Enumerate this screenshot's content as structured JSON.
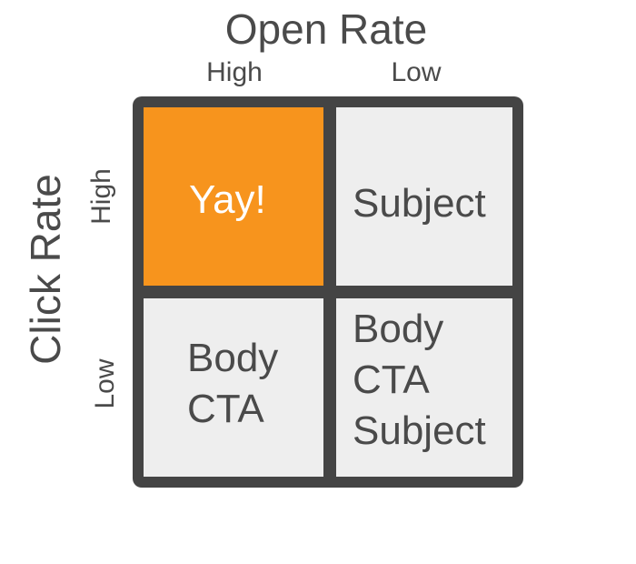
{
  "diagram": {
    "column_axis_title": "Open Rate",
    "row_axis_title": "Click Rate",
    "column_labels": [
      "High",
      "Low"
    ],
    "row_labels": [
      "High",
      "Low"
    ],
    "cells": [
      {
        "lines": [
          "Yay!"
        ],
        "fill": "#f7941d"
      },
      {
        "lines": [
          "Subject"
        ],
        "fill": "#eeeeee"
      },
      {
        "lines": [
          "Body",
          "CTA"
        ],
        "fill": "#eeeeee"
      },
      {
        "lines": [
          "Body",
          "CTA",
          "Subject"
        ],
        "fill": "#eeeeee"
      }
    ]
  },
  "colors": {
    "highlight": "#f7941d",
    "cell": "#eeeeee",
    "border": "#444444",
    "text": "#4a4a4a"
  }
}
